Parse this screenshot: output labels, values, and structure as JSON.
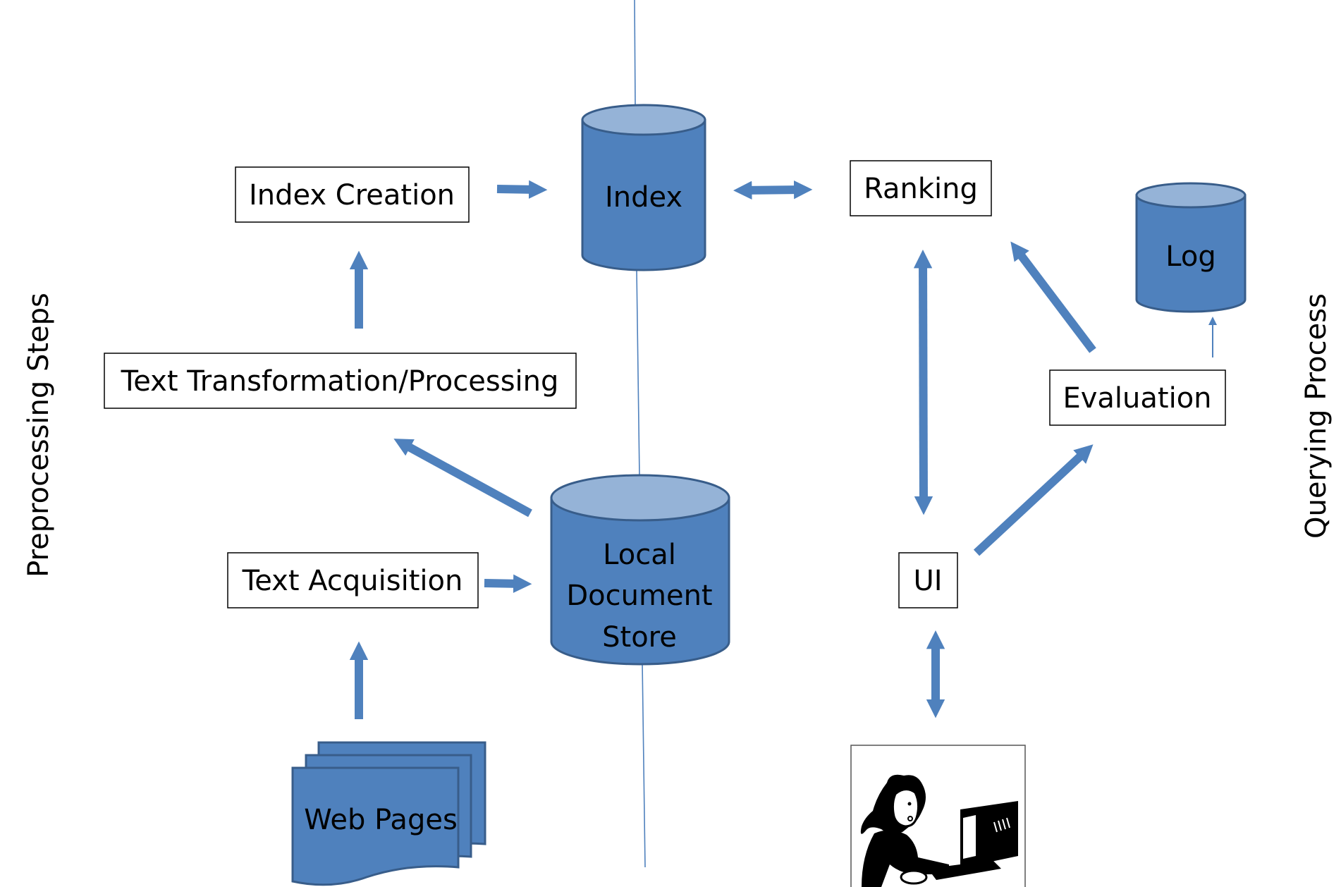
{
  "side_labels": {
    "left": "Preprocessing Steps",
    "right": "Querying Process"
  },
  "nodes": {
    "index_creation": "Index Creation",
    "index": "Index",
    "ranking": "Ranking",
    "log": "Log",
    "text_transformation": "Text Transformation/Processing",
    "evaluation": "Evaluation",
    "text_acquisition": "Text Acquisition",
    "local_document_store": [
      "Local",
      "Document",
      "Store"
    ],
    "ui": "UI",
    "web_pages": "Web Pages"
  },
  "icons": {
    "user": "user-at-computer-icon"
  },
  "colors": {
    "shape_fill": "#4F81BD",
    "shape_top": "#95B3D7",
    "shape_stroke": "#385D8A",
    "arrow": "#4F81BD",
    "box_border": "#000000"
  }
}
